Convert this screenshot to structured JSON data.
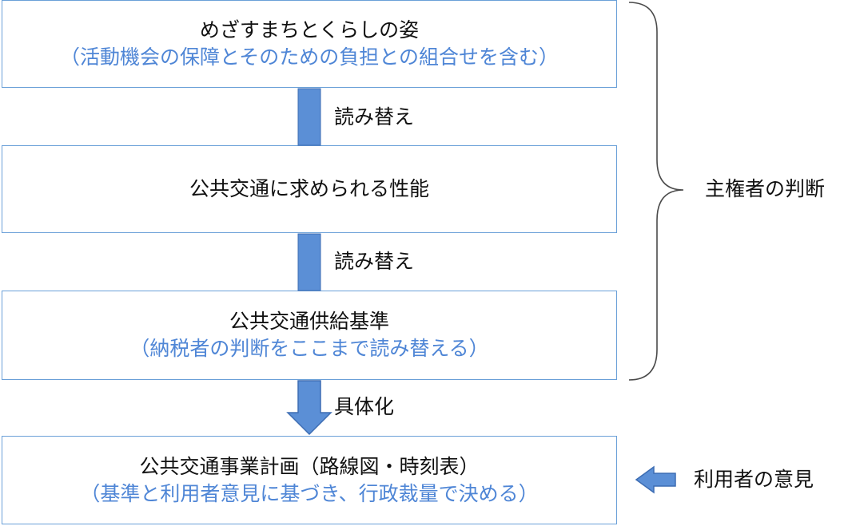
{
  "boxes": [
    {
      "main": "めざすまちとくらしの姿",
      "sub": "（活動機会の保障とそのための負担との組合せを含む）"
    },
    {
      "main": "公共交通に求められる性能",
      "sub": ""
    },
    {
      "main": "公共交通供給基準",
      "sub": "（納税者の判断をここまで読み替える）"
    },
    {
      "main": "公共交通事業計画（路線図・時刻表）",
      "sub": "（基準と利用者意見に基づき、行政裁量で決める）"
    }
  ],
  "connectors": [
    "読み替え",
    "読み替え",
    "具体化"
  ],
  "brace_label": "主権者の判断",
  "side_input": "利用者の意見",
  "colors": {
    "box_border": "#6aa0d8",
    "subtext": "#4f86d6",
    "arrow_fill": "#5b8fd6",
    "arrow_stroke": "#3d6db3"
  }
}
